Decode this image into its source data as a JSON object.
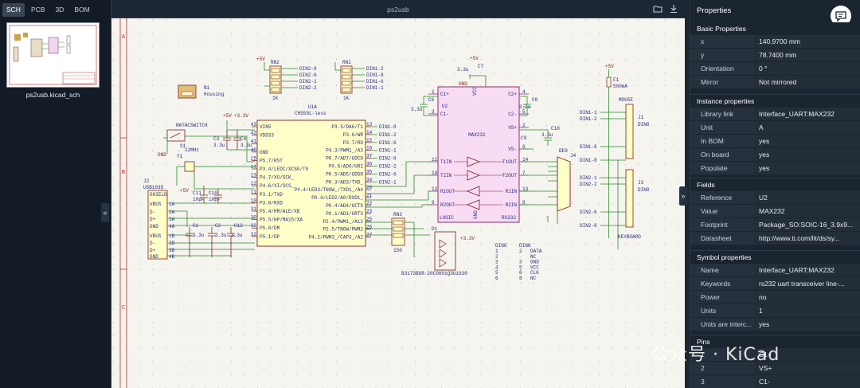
{
  "tabs": [
    "SCH",
    "PCB",
    "3D",
    "BOM"
  ],
  "file_label": "ps2usb.kicad_sch",
  "doc_title": "ps2usb",
  "panel_title": "Properties",
  "basic": {
    "heading": "Basic Properties",
    "rows": [
      {
        "k": "x",
        "v": "140.9700 mm"
      },
      {
        "k": "y",
        "v": "78.7400 mm"
      },
      {
        "k": "Orientation",
        "v": "0 °"
      },
      {
        "k": "Mirror",
        "v": "Not mirrored"
      }
    ]
  },
  "instance": {
    "heading": "Instance properties",
    "rows": [
      {
        "k": "Library link",
        "v": "Interface_UART:MAX232"
      },
      {
        "k": "Unit",
        "v": "A"
      },
      {
        "k": "In BOM",
        "v": "yes"
      },
      {
        "k": "On board",
        "v": "yes"
      },
      {
        "k": "Populate",
        "v": "yes"
      }
    ]
  },
  "fields": {
    "heading": "Fields",
    "rows": [
      {
        "k": "Reference",
        "v": "U2"
      },
      {
        "k": "Value",
        "v": "MAX232"
      },
      {
        "k": "Footprint",
        "v": "Package_SO:SOIC-16_3.9x9..."
      },
      {
        "k": "Datasheet",
        "v": "http://www.ti.com/lit/ds/sy..."
      }
    ]
  },
  "symbol": {
    "heading": "Symbol properties",
    "rows": [
      {
        "k": "Name",
        "v": "Interface_UART:MAX232"
      },
      {
        "k": "Keywords",
        "v": "rs232 uart transceiver line-..."
      },
      {
        "k": "Power",
        "v": "no"
      },
      {
        "k": "Units",
        "v": "1"
      },
      {
        "k": "Units are interc...",
        "v": "yes"
      }
    ]
  },
  "pins": {
    "heading": "Pins",
    "rows": [
      {
        "k": "1",
        "v": "C1+"
      },
      {
        "k": "2",
        "v": "VS+"
      },
      {
        "k": "3",
        "v": "C1-"
      }
    ]
  },
  "watermark": "公众号 · KiCad",
  "schematic": {
    "row_labels": [
      "A",
      "B",
      "C"
    ],
    "u1": {
      "ref": "U1A",
      "value": "CH559L-less",
      "left_pins": [
        {
          "n": "43",
          "name": "VIN5"
        },
        {
          "n": "42",
          "name": "VDD33"
        },
        {
          "n": "41",
          "name": ""
        },
        {
          "n": "40",
          "name": "GND"
        },
        {
          "n": "15",
          "name": "P5.7/RST"
        },
        {
          "n": "14",
          "name": "P3.4/LEDC/XCS0/T0"
        },
        {
          "n": "13",
          "name": "P4.7/XO/SCK_"
        },
        {
          "n": "12",
          "name": "P4.6/XI/SCS_"
        },
        {
          "n": "11",
          "name": "P3.1/TXD"
        },
        {
          "n": "10",
          "name": "P3.0/RXD"
        },
        {
          "n": "31",
          "name": "P5.4/HM/ALE/XB"
        },
        {
          "n": "30",
          "name": "P5.5/HP/MA15/XA"
        },
        {
          "n": "33",
          "name": "P5.0/DM"
        },
        {
          "n": "32",
          "name": "P5.1/DP"
        }
      ],
      "right_pins": [
        {
          "n": "13",
          "name": "P3.5/DA6/T1"
        },
        {
          "n": "14",
          "name": "P3.6/WR"
        },
        {
          "n": "15",
          "name": "P3.7/RD"
        },
        {
          "n": "16",
          "name": "P4.3/PWM1_/A3"
        },
        {
          "n": "37",
          "name": "P0.7/AD7/UDCD"
        },
        {
          "n": "36",
          "name": "P0.6/AD6/URI"
        },
        {
          "n": "35",
          "name": "P0.5/AD5/UDSR"
        },
        {
          "n": "34",
          "name": "P0.3/AD3/TXD_"
        },
        {
          "n": "20",
          "name": "P4.4/LED3/TNOW_/TXD1_/A4"
        },
        {
          "n": "21",
          "name": "P0.4/LED2/A0/RXD1_"
        },
        {
          "n": "22",
          "name": "P0.4/AD4/UCTS"
        },
        {
          "n": "23",
          "name": "P0.1/AD1/URTS"
        },
        {
          "n": "25",
          "name": "P2.4/PWM1_/A12"
        },
        {
          "n": "26",
          "name": "P2.5/TNOW/PWM2"
        },
        {
          "n": "27",
          "name": "P4.2/PWM3_/CAP3_/A2"
        }
      ],
      "right_nets": [
        "DIN1-8",
        "DIN1-2",
        "DIN1-6",
        "DIN1-1",
        "DIN2-8",
        "DIN2-2",
        "DIN2-6",
        "DIN2-1"
      ]
    },
    "u2": {
      "ref": "U2",
      "value": "MAX232",
      "left_pins": [
        {
          "n": "1",
          "name": "C1+"
        },
        {
          "n": "3",
          "name": "C1-"
        },
        {
          "n": "11",
          "name": "T1IN"
        },
        {
          "n": "10",
          "name": "T2IN"
        },
        {
          "n": "12",
          "name": "R1OUT"
        },
        {
          "n": "9",
          "name": "R2OUT"
        }
      ],
      "right_pins": [
        {
          "n": "4",
          "name": "C2+"
        },
        {
          "n": "5",
          "name": "C2-"
        },
        {
          "n": "2",
          "name": "VS+"
        },
        {
          "n": "6",
          "name": "VS-"
        },
        {
          "n": "14",
          "name": "T1OUT"
        },
        {
          "n": "7",
          "name": "T2OUT"
        },
        {
          "n": "13",
          "name": "R1IN"
        },
        {
          "n": "8",
          "name": "R2IN"
        }
      ],
      "bottom": [
        "LOGIC",
        "GND",
        "RS232"
      ],
      "top": "VCC"
    },
    "rn2": {
      "ref": "RN2",
      "value": "1K",
      "nets": [
        "DIN2-8",
        "DIN2-6",
        "DIN2-1",
        "DIN2-2"
      ]
    },
    "rn1": {
      "ref": "RN1",
      "value": "1K",
      "nets": [
        "DIN1-2",
        "DIN1-8",
        "DIN1-6",
        "DIN1-1"
      ]
    },
    "rn3": {
      "ref": "RN3",
      "value": "150"
    },
    "n1": {
      "ref": "N1",
      "value": "Housing"
    },
    "s1": {
      "ref": "S1",
      "value": "RATACSWITCH"
    },
    "y1": {
      "ref": "Y1",
      "value": "12MHz"
    },
    "j2": {
      "ref": "J2",
      "value": "USB1035",
      "pins": [
        "SHIELD",
        "VBUS",
        "D-",
        "D+",
        "GND",
        "VBUS",
        "D-",
        "D+",
        "GND"
      ],
      "nums": [
        "1A",
        "2A",
        "3A",
        "4A",
        "1B",
        "2B",
        "3B",
        "4B"
      ]
    },
    "j1": {
      "ref": "J1",
      "value": "DIN8",
      "title": "MOUSE",
      "nets": [
        "DIN1-1",
        "DIN1-2",
        "DIN1-6",
        "DIN1-8"
      ]
    },
    "j3": {
      "ref": "J3",
      "value": "DIN8",
      "title": "KEYBOARD",
      "nets": [
        "DIN2-1",
        "DIN2-2",
        "DIN2-6",
        "DIN2-8"
      ]
    },
    "j4": {
      "ref": "DE9",
      "value": "J4"
    },
    "f1": {
      "ref": "F1",
      "value": "500mA"
    },
    "d1": {
      "ref": "D1",
      "value": "B3173BGR-20C0001Q3U1930"
    },
    "caps": [
      {
        "ref": "C3",
        "value": "3.3u"
      },
      {
        "ref": "C4",
        "value": "3.3u"
      },
      {
        "ref": "C11",
        "value": "10pF"
      },
      {
        "ref": "C10",
        "value": "10pF"
      },
      {
        "ref": "C1",
        "value": "3.3u"
      },
      {
        "ref": "C2",
        "value": "3.3u"
      },
      {
        "ref": "C12",
        "value": "3.3u"
      },
      {
        "ref": "C6",
        "value": "3.3u"
      },
      {
        "ref": "C7",
        "value": "3.3u"
      },
      {
        "ref": "C8",
        "value": "3.3u"
      },
      {
        "ref": "C9",
        "value": "3.3u"
      },
      {
        "ref": "C10",
        "value": "3.3u"
      }
    ],
    "pwr_labels": [
      "+5V",
      "+3.3V",
      "GND",
      "+3.3V"
    ],
    "din_table": {
      "head": [
        "DIN6",
        "DIN8"
      ],
      "rows": [
        [
          "1",
          "2",
          "DATA"
        ],
        [
          "2",
          "",
          "NC"
        ],
        [
          "3",
          "3",
          "GND"
        ],
        [
          "4",
          "5",
          "VCC"
        ],
        [
          "5",
          "6",
          "CLK"
        ],
        [
          "6",
          "8",
          "NC"
        ]
      ]
    }
  }
}
